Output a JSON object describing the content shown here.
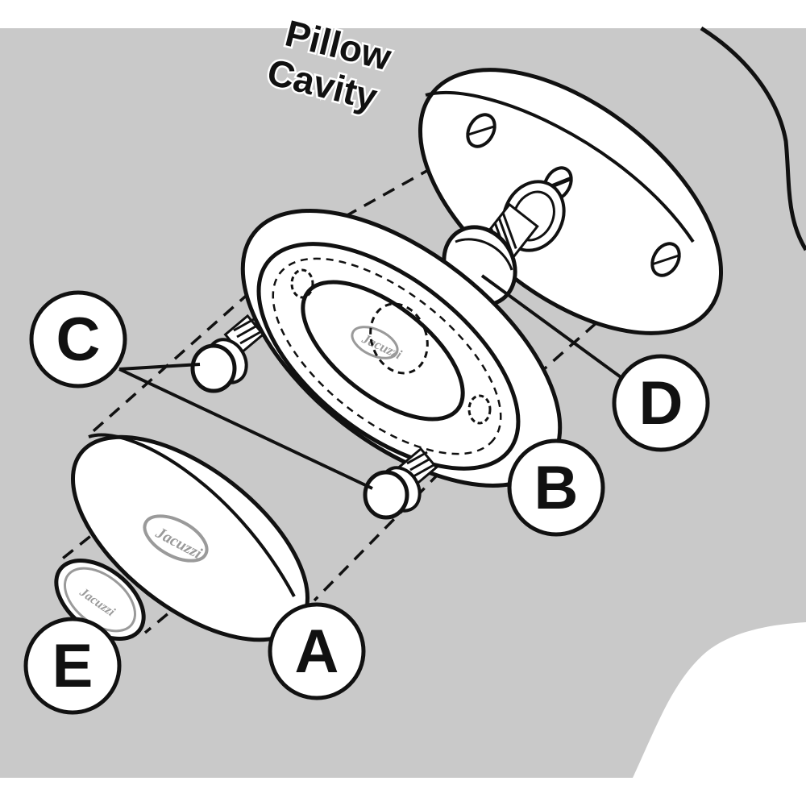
{
  "title": {
    "line1": "Pillow",
    "line2": "Cavity"
  },
  "callouts": {
    "a": "A",
    "b": "B",
    "c": "C",
    "d": "D",
    "e": "E"
  },
  "logo": {
    "brand": "Jacuzzi"
  },
  "colors": {
    "background": "#c9c9c9",
    "line": "#111111",
    "part_fill": "#ffffff",
    "logo": "#9a9a9a"
  }
}
